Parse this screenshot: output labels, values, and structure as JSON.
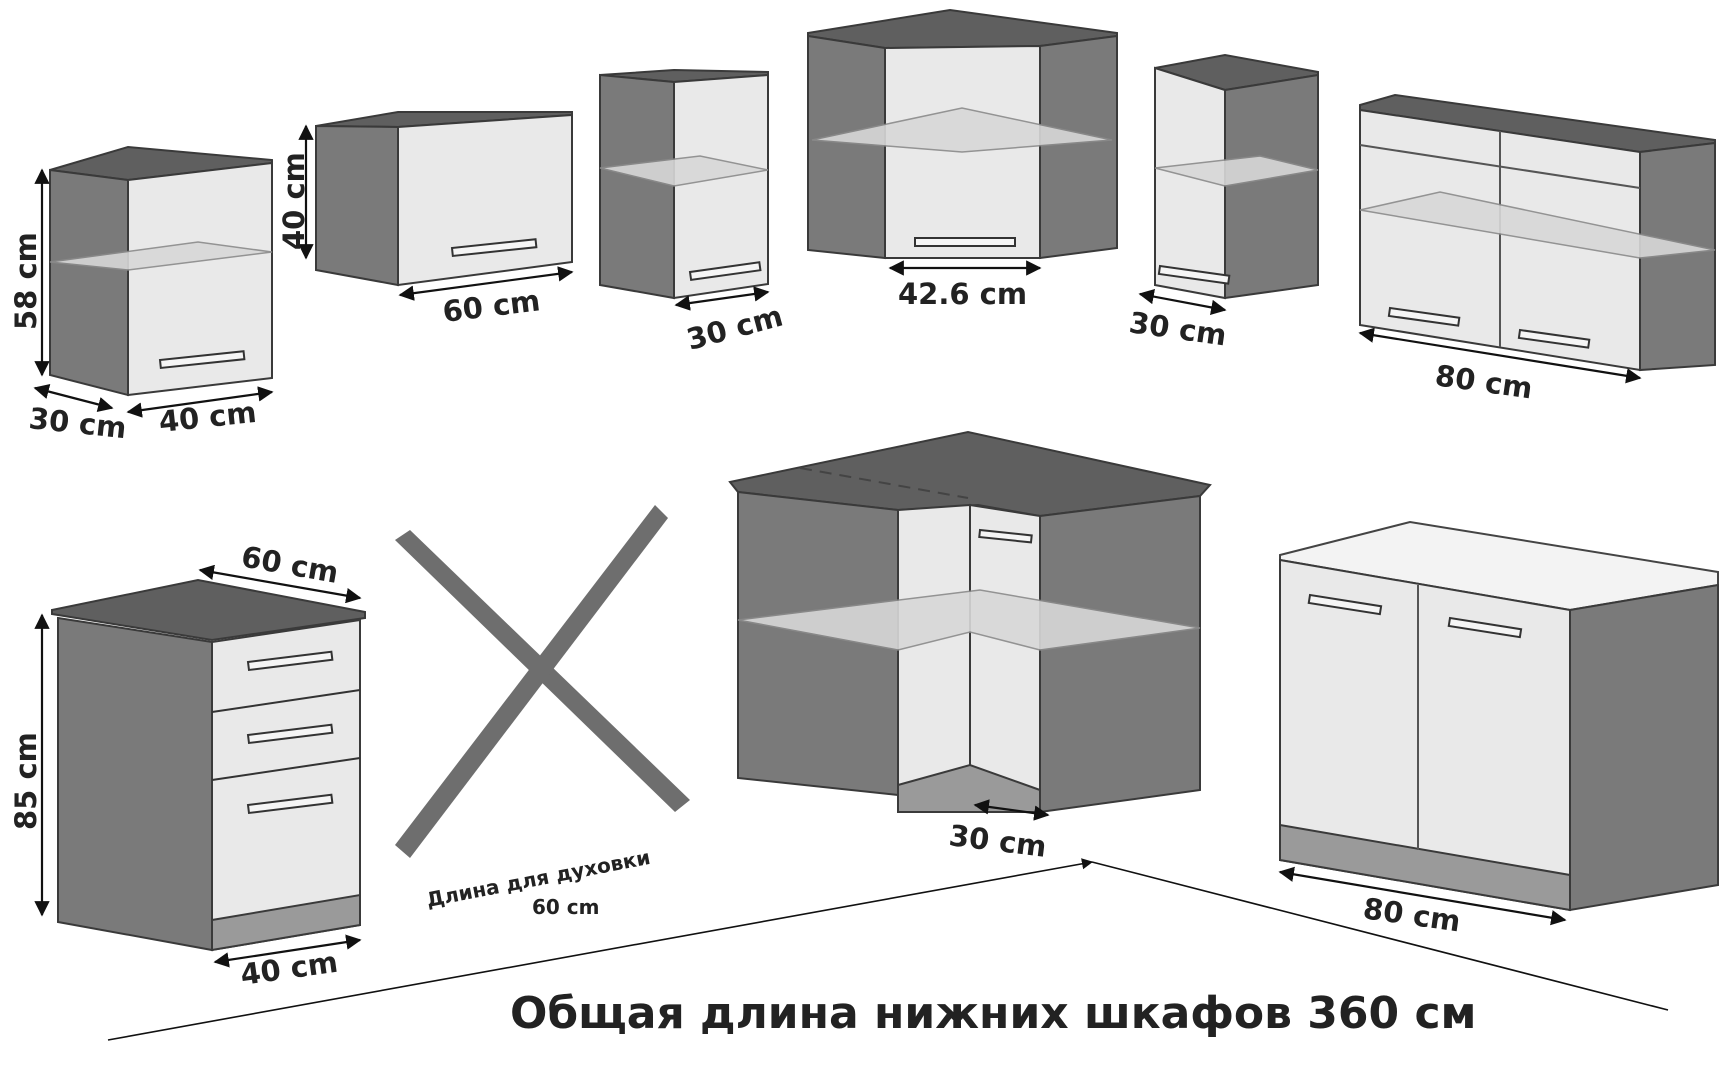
{
  "upper_cabinets": {
    "cab1": {
      "height": "58 cm",
      "depth": "30 cm",
      "width": "40 cm"
    },
    "cab2": {
      "height": "40 cm",
      "width": "60 cm"
    },
    "cab3": {
      "width": "30 cm"
    },
    "cab4": {
      "width": "42.6 cm"
    },
    "cab5": {
      "width": "30 cm"
    },
    "cab6": {
      "width": "80 cm"
    }
  },
  "lower_cabinets": {
    "drawer_unit": {
      "depth": "60 cm",
      "height": "85 cm",
      "width": "40 cm"
    },
    "oven_gap": {
      "line1": "Длина для духовки",
      "line2": "60 cm"
    },
    "corner_unit": {
      "width": "30 cm"
    },
    "double_door": {
      "width": "80 cm"
    }
  },
  "total_caption": "Общая длина нижних шкафов 360 см",
  "colors": {
    "body": "#7a7a7a",
    "front": "#e9e9e9",
    "text": "#222222"
  }
}
